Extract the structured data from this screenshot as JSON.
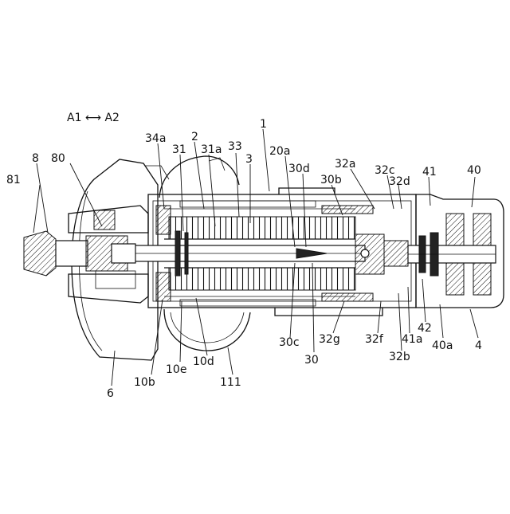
{
  "direction_label": "A1 ⟷ A2",
  "labels": {
    "l1": "1",
    "l2": "2",
    "l3": "3",
    "l4": "4",
    "l6": "6",
    "l8": "8",
    "l10b": "10b",
    "l10d": "10d",
    "l10e": "10e",
    "l20a": "20a",
    "l30": "30",
    "l30b": "30b",
    "l30c": "30c",
    "l30d": "30d",
    "l31": "31",
    "l31a": "31a",
    "l32a": "32a",
    "l32b": "32b",
    "l32c": "32c",
    "l32d": "32d",
    "l32f": "32f",
    "l32g": "32g",
    "l33": "33",
    "l34a": "34a",
    "l40": "40",
    "l40a": "40a",
    "l41": "41",
    "l41a": "41a",
    "l42": "42",
    "l80": "80",
    "l81": "81",
    "l111": "111"
  }
}
